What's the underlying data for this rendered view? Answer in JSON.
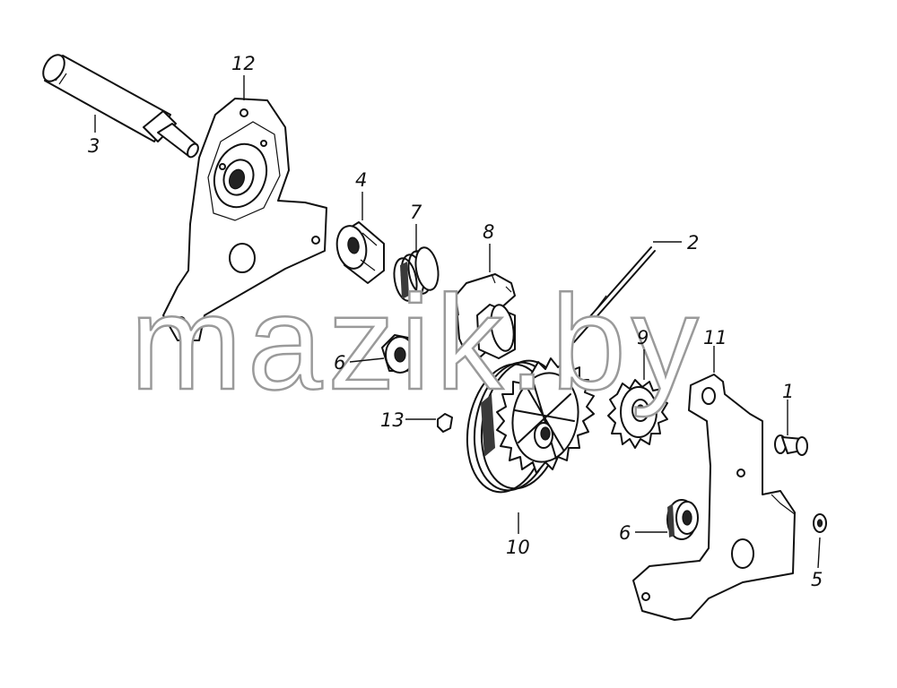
{
  "diagram": {
    "watermark": "mazik.by",
    "callouts": {
      "p1": "1",
      "p2": "2",
      "p3": "3",
      "p4": "4",
      "p5": "5",
      "p6a": "6",
      "p6b": "6",
      "p7": "7",
      "p8": "8",
      "p9": "9",
      "p10": "10",
      "p11": "11",
      "p12": "12",
      "p13": "13"
    }
  }
}
